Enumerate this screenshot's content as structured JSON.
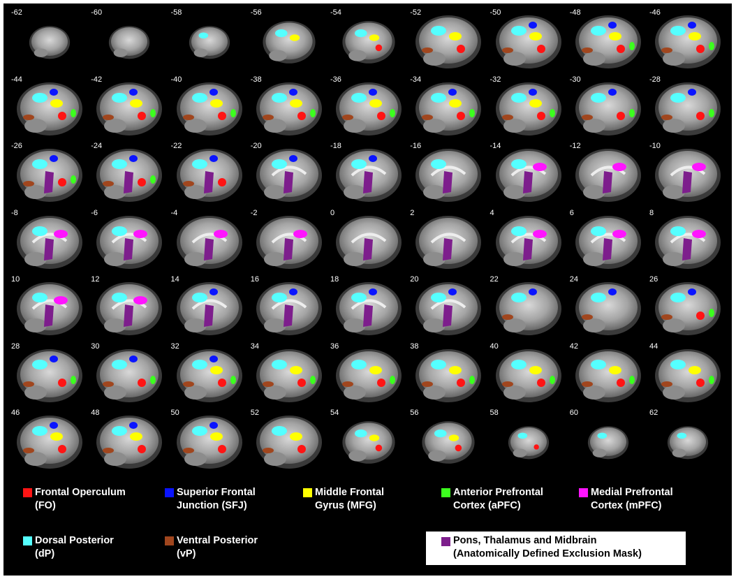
{
  "slices": [
    {
      "label": "-62",
      "regions": []
    },
    {
      "label": "-60",
      "regions": []
    },
    {
      "label": "-58",
      "regions": [
        "dP"
      ]
    },
    {
      "label": "-56",
      "regions": [
        "dP",
        "MFG"
      ]
    },
    {
      "label": "-54",
      "regions": [
        "dP",
        "MFG",
        "FO"
      ]
    },
    {
      "label": "-52",
      "regions": [
        "dP",
        "MFG",
        "FO",
        "vP"
      ]
    },
    {
      "label": "-50",
      "regions": [
        "dP",
        "SFJ",
        "MFG",
        "FO",
        "vP"
      ]
    },
    {
      "label": "-48",
      "regions": [
        "dP",
        "SFJ",
        "MFG",
        "FO",
        "aPFC",
        "vP"
      ]
    },
    {
      "label": "-46",
      "regions": [
        "dP",
        "SFJ",
        "MFG",
        "FO",
        "aPFC",
        "vP"
      ]
    },
    {
      "label": "-44",
      "regions": [
        "dP",
        "SFJ",
        "MFG",
        "FO",
        "aPFC",
        "vP"
      ]
    },
    {
      "label": "-42",
      "regions": [
        "dP",
        "SFJ",
        "MFG",
        "FO",
        "aPFC",
        "vP"
      ]
    },
    {
      "label": "-40",
      "regions": [
        "dP",
        "SFJ",
        "MFG",
        "FO",
        "aPFC",
        "vP"
      ]
    },
    {
      "label": "-38",
      "regions": [
        "dP",
        "SFJ",
        "MFG",
        "FO",
        "aPFC",
        "vP"
      ]
    },
    {
      "label": "-36",
      "regions": [
        "dP",
        "SFJ",
        "MFG",
        "FO",
        "aPFC",
        "vP"
      ]
    },
    {
      "label": "-34",
      "regions": [
        "dP",
        "SFJ",
        "MFG",
        "FO",
        "aPFC",
        "vP"
      ]
    },
    {
      "label": "-32",
      "regions": [
        "dP",
        "SFJ",
        "MFG",
        "FO",
        "aPFC",
        "vP"
      ]
    },
    {
      "label": "-30",
      "regions": [
        "dP",
        "SFJ",
        "FO",
        "aPFC",
        "vP"
      ]
    },
    {
      "label": "-28",
      "regions": [
        "dP",
        "SFJ",
        "FO",
        "aPFC",
        "vP"
      ]
    },
    {
      "label": "-26",
      "regions": [
        "dP",
        "SFJ",
        "FO",
        "aPFC",
        "vP",
        "pons"
      ]
    },
    {
      "label": "-24",
      "regions": [
        "dP",
        "SFJ",
        "FO",
        "aPFC",
        "vP",
        "pons"
      ]
    },
    {
      "label": "-22",
      "regions": [
        "dP",
        "SFJ",
        "FO",
        "vP",
        "pons"
      ]
    },
    {
      "label": "-20",
      "regions": [
        "dP",
        "SFJ",
        "pons"
      ]
    },
    {
      "label": "-18",
      "regions": [
        "dP",
        "SFJ",
        "pons"
      ]
    },
    {
      "label": "-16",
      "regions": [
        "dP",
        "pons"
      ]
    },
    {
      "label": "-14",
      "regions": [
        "dP",
        "mPFC",
        "pons"
      ]
    },
    {
      "label": "-12",
      "regions": [
        "mPFC",
        "pons"
      ]
    },
    {
      "label": "-10",
      "regions": [
        "mPFC",
        "pons"
      ]
    },
    {
      "label": "-8",
      "regions": [
        "dP",
        "mPFC",
        "pons"
      ]
    },
    {
      "label": "-6",
      "regions": [
        "dP",
        "mPFC",
        "pons"
      ]
    },
    {
      "label": "-4",
      "regions": [
        "mPFC",
        "pons"
      ]
    },
    {
      "label": "-2",
      "regions": [
        "mPFC",
        "pons"
      ]
    },
    {
      "label": "0",
      "regions": [
        "pons"
      ]
    },
    {
      "label": "2",
      "regions": [
        "pons"
      ]
    },
    {
      "label": "4",
      "regions": [
        "dP",
        "mPFC",
        "pons"
      ]
    },
    {
      "label": "6",
      "regions": [
        "dP",
        "mPFC",
        "pons"
      ]
    },
    {
      "label": "8",
      "regions": [
        "dP",
        "mPFC",
        "pons"
      ]
    },
    {
      "label": "10",
      "regions": [
        "dP",
        "mPFC",
        "pons"
      ]
    },
    {
      "label": "12",
      "regions": [
        "dP",
        "mPFC",
        "pons"
      ]
    },
    {
      "label": "14",
      "regions": [
        "dP",
        "SFJ",
        "pons"
      ]
    },
    {
      "label": "16",
      "regions": [
        "dP",
        "SFJ",
        "pons"
      ]
    },
    {
      "label": "18",
      "regions": [
        "dP",
        "SFJ",
        "pons"
      ]
    },
    {
      "label": "20",
      "regions": [
        "dP",
        "SFJ",
        "pons"
      ]
    },
    {
      "label": "22",
      "regions": [
        "dP",
        "SFJ",
        "vP"
      ]
    },
    {
      "label": "24",
      "regions": [
        "dP",
        "SFJ",
        "vP"
      ]
    },
    {
      "label": "26",
      "regions": [
        "dP",
        "SFJ",
        "FO",
        "aPFC",
        "vP"
      ]
    },
    {
      "label": "28",
      "regions": [
        "dP",
        "SFJ",
        "FO",
        "aPFC",
        "vP"
      ]
    },
    {
      "label": "30",
      "regions": [
        "dP",
        "SFJ",
        "FO",
        "aPFC",
        "vP"
      ]
    },
    {
      "label": "32",
      "regions": [
        "dP",
        "SFJ",
        "MFG",
        "FO",
        "aPFC",
        "vP"
      ]
    },
    {
      "label": "34",
      "regions": [
        "dP",
        "MFG",
        "FO",
        "aPFC",
        "vP"
      ]
    },
    {
      "label": "36",
      "regions": [
        "dP",
        "MFG",
        "FO",
        "aPFC",
        "vP"
      ]
    },
    {
      "label": "38",
      "regions": [
        "dP",
        "MFG",
        "FO",
        "aPFC",
        "vP"
      ]
    },
    {
      "label": "40",
      "regions": [
        "dP",
        "MFG",
        "FO",
        "aPFC",
        "vP"
      ]
    },
    {
      "label": "42",
      "regions": [
        "dP",
        "MFG",
        "FO",
        "aPFC",
        "vP"
      ]
    },
    {
      "label": "44",
      "regions": [
        "dP",
        "MFG",
        "FO",
        "aPFC",
        "vP"
      ]
    },
    {
      "label": "46",
      "regions": [
        "dP",
        "SFJ",
        "MFG",
        "FO",
        "vP"
      ]
    },
    {
      "label": "48",
      "regions": [
        "dP",
        "SFJ",
        "MFG",
        "FO",
        "vP"
      ]
    },
    {
      "label": "50",
      "regions": [
        "dP",
        "SFJ",
        "MFG",
        "FO",
        "vP"
      ]
    },
    {
      "label": "52",
      "regions": [
        "dP",
        "MFG",
        "FO",
        "vP"
      ]
    },
    {
      "label": "54",
      "regions": [
        "dP",
        "MFG",
        "FO"
      ]
    },
    {
      "label": "56",
      "regions": [
        "dP",
        "MFG",
        "FO"
      ]
    },
    {
      "label": "58",
      "regions": [
        "dP",
        "FO"
      ]
    },
    {
      "label": "60",
      "regions": [
        "dP"
      ]
    },
    {
      "label": "62",
      "regions": [
        "dP"
      ]
    }
  ],
  "region_colors": {
    "FO": "#ff1414",
    "SFJ": "#0a14ff",
    "MFG": "#ffff00",
    "aPFC": "#3cff1e",
    "mPFC": "#ff14ff",
    "dP": "#55ffff",
    "vP": "#a0461e",
    "pons": "#7d1e8c"
  },
  "legend": [
    {
      "key": "FO",
      "line1": "Frontal Operculum",
      "line2": "(FO)",
      "color": "#ff1414"
    },
    {
      "key": "SFJ",
      "line1": "Superior Frontal",
      "line2": "Junction (SFJ)",
      "color": "#0a14ff"
    },
    {
      "key": "MFG",
      "line1": "Middle Frontal",
      "line2": "Gyrus (MFG)",
      "color": "#ffff00"
    },
    {
      "key": "aPFC",
      "line1": "Anterior Prefrontal",
      "line2": "Cortex (aPFC)",
      "color": "#3cff1e"
    },
    {
      "key": "mPFC",
      "line1": "Medial Prefrontal",
      "line2": "Cortex (mPFC)",
      "color": "#ff14ff"
    },
    {
      "key": "dP",
      "line1": "Dorsal Posterior",
      "line2": "(dP)",
      "color": "#55ffff"
    },
    {
      "key": "vP",
      "line1": "Ventral Posterior",
      "line2": "(vP)",
      "color": "#a0461e"
    },
    {
      "key": "pons",
      "line1": "Pons, Thalamus and Midbrain",
      "line2": "(Anatomically Defined Exclusion Mask)",
      "color": "#7d1e8c"
    }
  ]
}
